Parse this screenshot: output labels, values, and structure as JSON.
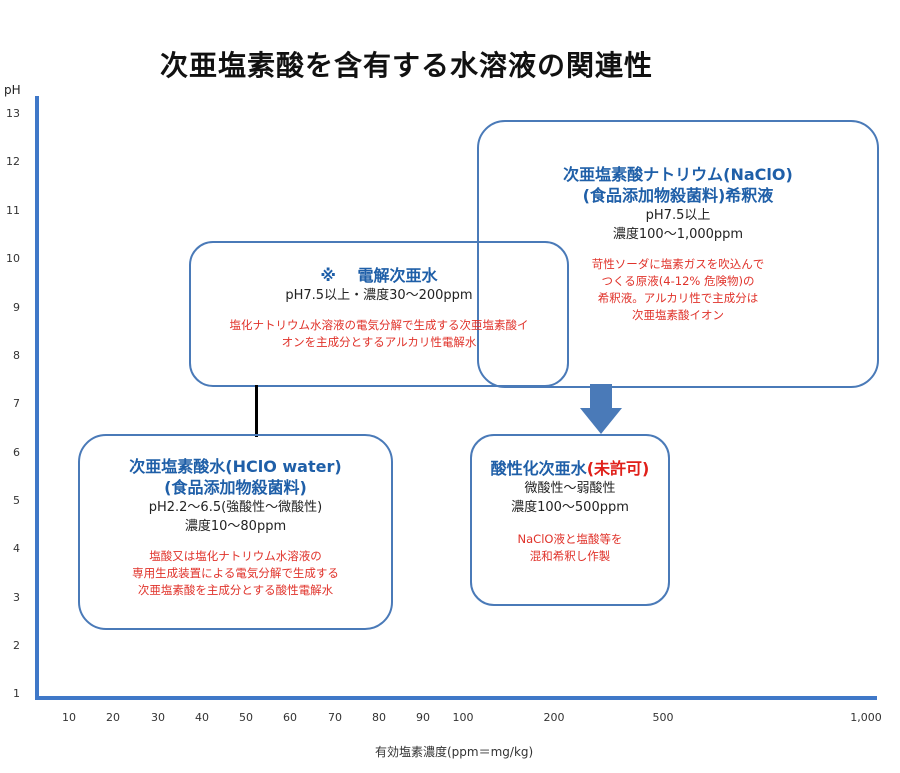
{
  "title": "次亜塩素酸を含有する水溶液の関連性",
  "axes": {
    "y_label": "pH",
    "y_ticks": [
      "13",
      "12",
      "11",
      "10",
      "9",
      "8",
      "7",
      "6",
      "5",
      "4",
      "3",
      "2",
      "1"
    ],
    "x_ticks": [
      "10",
      "20",
      "30",
      "40",
      "50",
      "60",
      "70",
      "80",
      "90",
      "100",
      "200",
      "500",
      "1,000"
    ],
    "x_label": "有効塩素濃度(ppm＝mg/kg)"
  },
  "boxes": {
    "naclo": {
      "heading1": "次亜塩素酸ナトリウム(NaClO)",
      "heading2": "(食品添加物殺菌料)希釈液",
      "line1": "pH7.5以上",
      "line2": "濃度100～1,000ppm",
      "note1": "苛性ソーダに塩素ガスを吹込んで",
      "note2": "つくる原液(4-12% 危険物)の",
      "note3": "希釈液。アルカリ性で主成分は",
      "note4": "次亜塩素酸イオン"
    },
    "electrolyzed": {
      "heading": "※　 電解次亜水",
      "line1": "pH7.5以上・濃度30～200ppm",
      "note1": "塩化ナトリウム水溶液の電気分解で生成する次亜塩素酸イ",
      "note2": "オンを主成分とするアルカリ性電解水"
    },
    "hclo": {
      "heading1": "次亜塩素酸水(HClO water)",
      "heading2": "(食品添加物殺菌料)",
      "line1": "pH2.2～6.5(強酸性～微酸性)",
      "line2": "濃度10～80ppm",
      "note1": "塩酸又は塩化ナトリウム水溶液の",
      "note2": "専用生成装置による電気分解で生成する",
      "note3": "次亜塩素酸を主成分とする酸性電解水"
    },
    "acidified": {
      "heading": "酸性化次亜水",
      "heading_flag": "(未許可)",
      "line1": "微酸性～弱酸性",
      "line2": "濃度100～500ppm",
      "note1": "NaClO液と塩酸等を",
      "note2": "混和希釈し作製"
    }
  },
  "colors": {
    "axis": "#3f78c8",
    "box_border": "#4a7ab8",
    "heading": "#1f5fa8",
    "note": "#e0322a",
    "arrow": "#4a7ab8"
  }
}
